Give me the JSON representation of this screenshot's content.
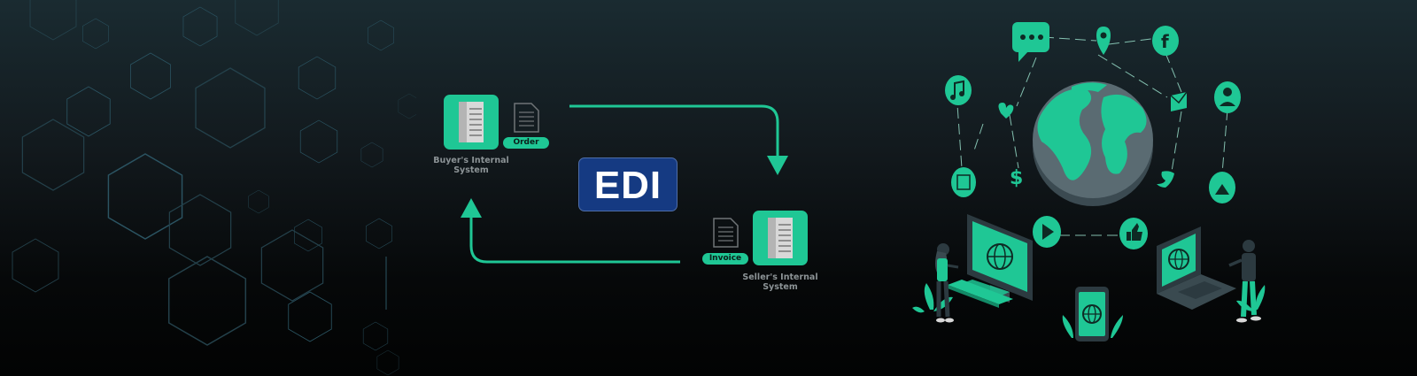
{
  "diagram": {
    "center_label": "EDI",
    "buyer": {
      "label": "Buyer's Internal\nSystem",
      "document": "Order"
    },
    "seller": {
      "label": "Seller's Internal\nSystem",
      "document": "Invoice"
    }
  },
  "colors": {
    "accent": "#1fc795",
    "edi_blue": "#153a82",
    "background_top": "#1a2b31",
    "background_bottom": "#020303"
  },
  "icons": [
    "hexagon-pattern",
    "server-icon",
    "document-icon",
    "globe-icon",
    "chat-bubble-icon",
    "location-pin-icon",
    "facebook-icon",
    "music-note-icon",
    "user-profile-icon",
    "mail-icon",
    "dollar-icon",
    "twitter-icon",
    "play-icon",
    "thumbs-up-icon",
    "desktop-monitor-icon",
    "laptop-icon",
    "smartphone-icon",
    "person-figure"
  ]
}
